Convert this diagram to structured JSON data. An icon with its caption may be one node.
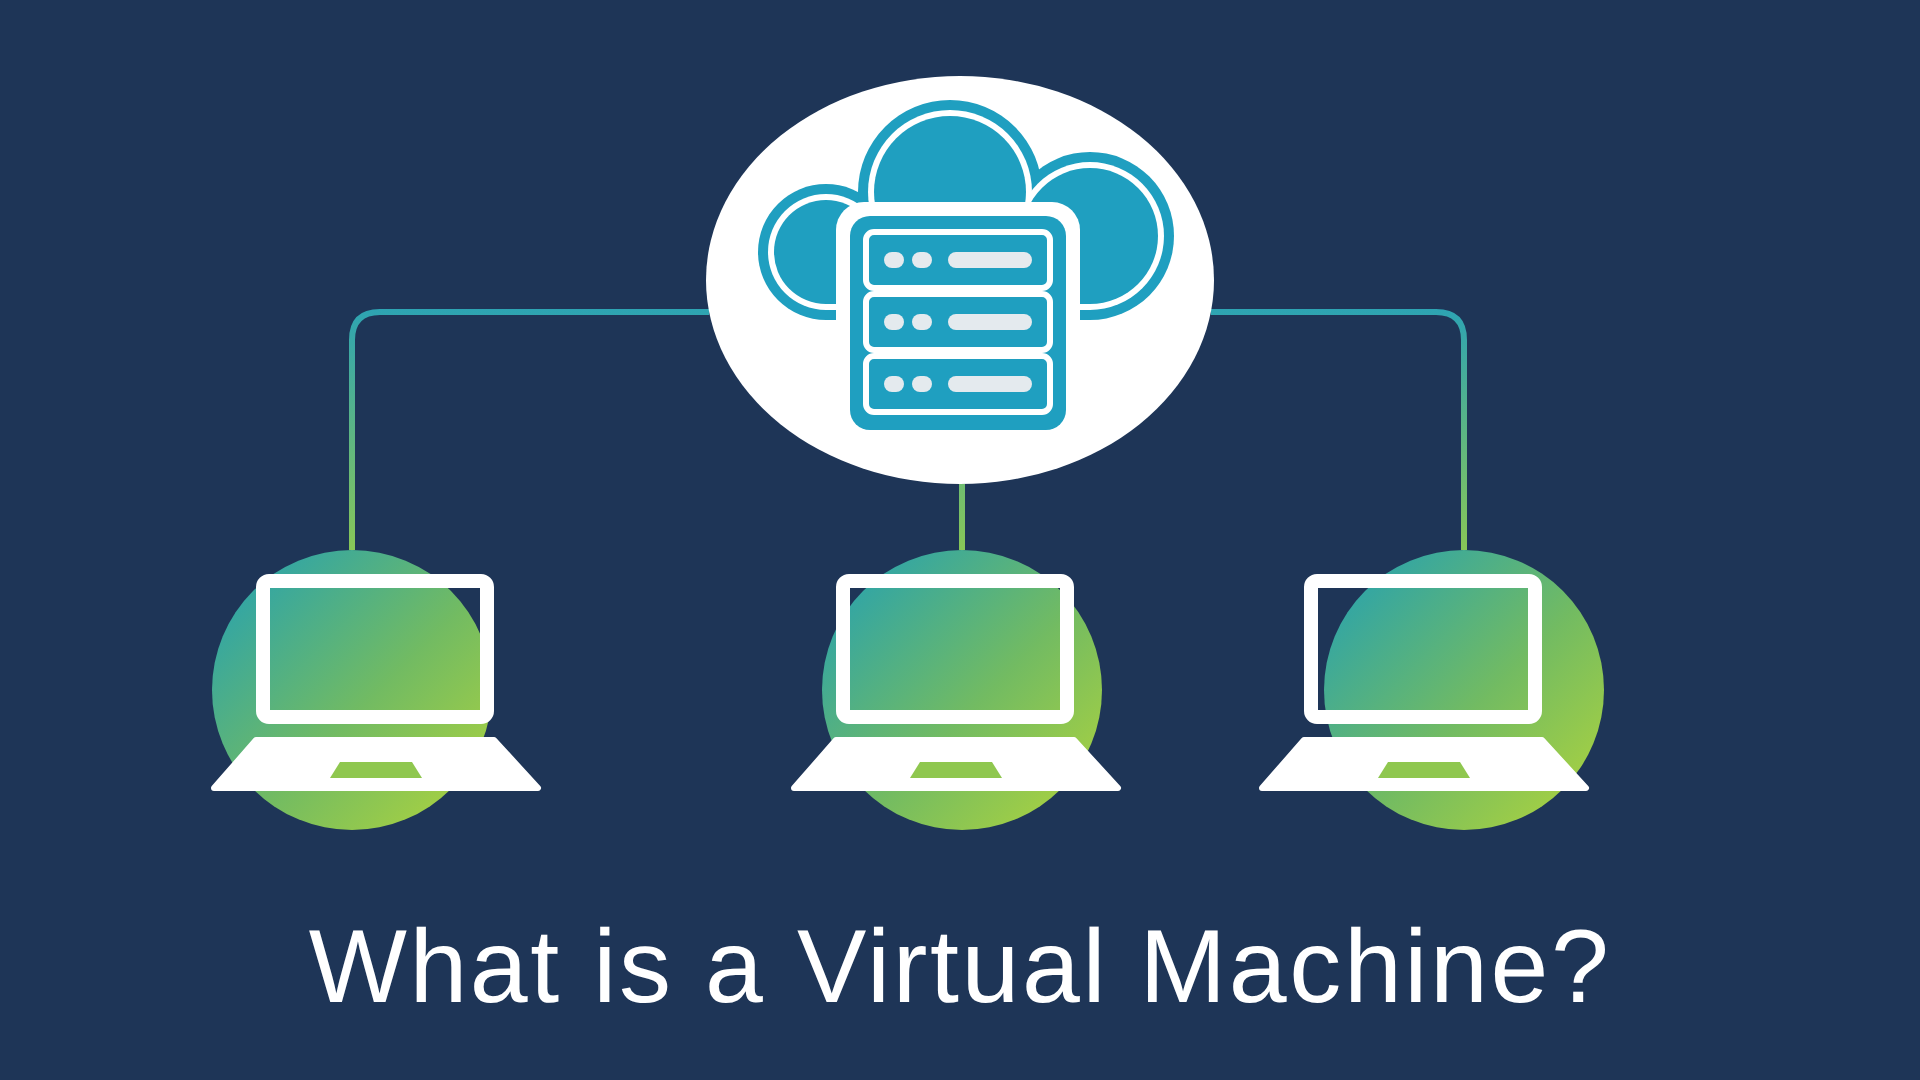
{
  "diagram": {
    "title": "What is a Virtual Machine?",
    "nodes": [
      {
        "text": [],
        "shape": "picture"
      },
      {
        "text": [],
        "shape": "picture"
      },
      {
        "text": [],
        "shape": "picture"
      },
      {
        "text": [],
        "shape": "picture"
      }
    ],
    "edges": [
      {
        "from": 0,
        "to": 1,
        "arrow": "none"
      },
      {
        "from": 0,
        "to": 2,
        "arrow": "none"
      },
      {
        "from": 0,
        "to": 3,
        "arrow": "none"
      }
    ]
  }
}
